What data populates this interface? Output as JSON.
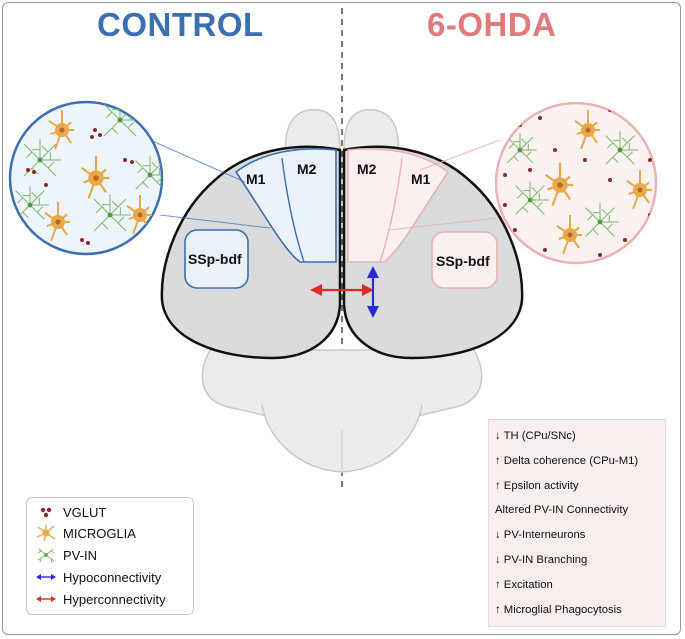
{
  "headings": {
    "control": "CONTROL",
    "ohda": "6-OHDA",
    "control_color": "#3c6fb0",
    "ohda_color": "#e07a7c"
  },
  "regions": {
    "left_m1": "M1",
    "left_m2": "M2",
    "left_ssp": "SSp-bdf",
    "right_m1": "M1",
    "right_m2": "M2",
    "right_ssp": "SSp-bdf"
  },
  "legend": {
    "vglut": "VGLUT",
    "microglia": "MICROGLIA",
    "pvin": "PV-IN",
    "hypo": "Hypoconnectivity",
    "hyper": "Hyperconnectivity"
  },
  "findings": [
    "↓ TH (CPu/SNc)",
    "↑ Delta coherence (CPu-M1)",
    "↑ Epsilon activity",
    "Altered PV-IN Connectivity",
    "↓ PV-Interneurons",
    "↓ PV-IN Branching",
    "↑ Excitation",
    "↑ Microglial Phagocytosis"
  ],
  "colors": {
    "hypo_arrow": "#2b2bd6",
    "hyper_arrow": "#e02a2a",
    "microglia": "#e9a94a",
    "pvin": "#7fb86a",
    "vglut": "#8a2a2a"
  }
}
